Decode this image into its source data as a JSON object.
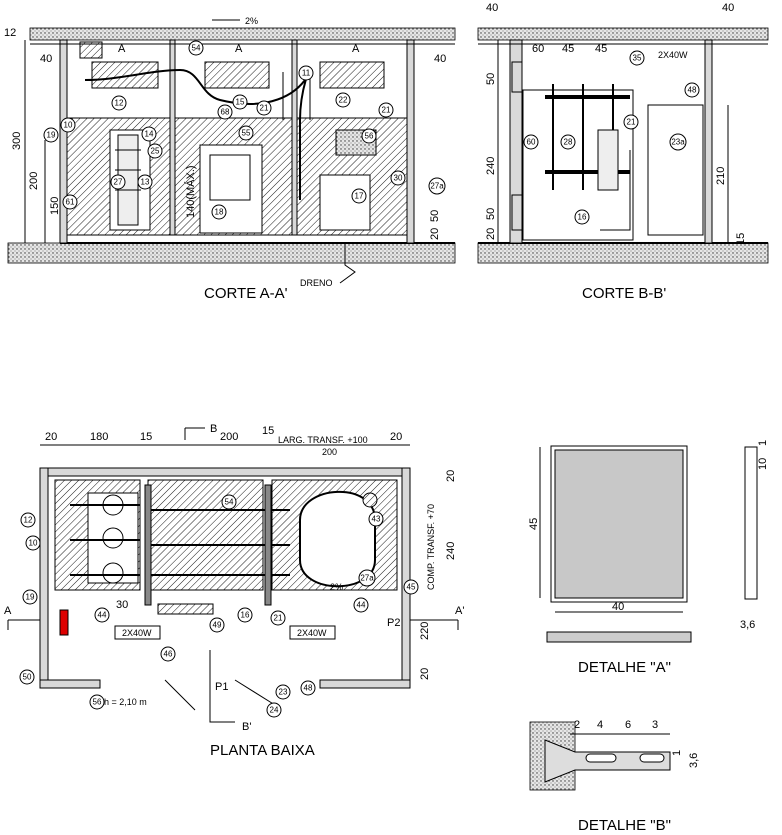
{
  "views": {
    "corte_aa": {
      "title": "CORTE A-A'",
      "dims_top": [
        "40",
        "A",
        "A",
        "A",
        "40"
      ],
      "slope": "2%",
      "dims_left": [
        "300",
        "200",
        "150"
      ],
      "dims_right": [
        "50",
        "20"
      ],
      "label_max": "140(MÁX.)",
      "label_dreno": "DRENO",
      "bubbles": [
        "54",
        "11",
        "12",
        "10",
        "19",
        "14",
        "25",
        "27",
        "13",
        "61",
        "68",
        "15",
        "21",
        "55",
        "18",
        "22",
        "21",
        "56",
        "17",
        "30",
        "27a"
      ]
    },
    "corte_bb": {
      "title": "CORTE B-B'",
      "dims_top": [
        "40",
        "40",
        "60",
        "45",
        "45"
      ],
      "label_lamp": "2X40W",
      "dims_left": [
        "50",
        "240",
        "50",
        "20"
      ],
      "dims_right": [
        "210",
        "15"
      ],
      "bubbles": [
        "35",
        "48",
        "60",
        "28",
        "21",
        "23a",
        "16"
      ]
    },
    "planta": {
      "title": "PLANTA BAIXA",
      "dims_top": [
        "20",
        "180",
        "15",
        "200",
        "15",
        "20"
      ],
      "label_larg": "LARG. TRANSF. +100",
      "label_larg_val": "200",
      "label_comp": "COMP. TRANSF. +70",
      "dims_right": [
        "20",
        "240",
        "220",
        "20"
      ],
      "section_a": "A",
      "section_a2": "A'",
      "section_b": "B",
      "section_b2": "B'",
      "label_30": "30",
      "label_lamp1": "2X40W",
      "label_lamp2": "2X40W",
      "label_p1": "P1",
      "label_p2": "P2",
      "label_slope": "2%",
      "label_door": "h = 2,10 m",
      "bubbles": [
        "12",
        "10",
        "19",
        "50",
        "44",
        "54",
        "43",
        "27a",
        "49",
        "16",
        "21",
        "44",
        "45",
        "46",
        "48",
        "23",
        "24",
        "56"
      ]
    },
    "detalhe_a": {
      "title": "DETALHE \"A\"",
      "dim_h": "45",
      "dim_w": "40",
      "dim_side": "10",
      "dim_side2": "1",
      "dim_thick": "3,6"
    },
    "detalhe_b": {
      "title": "DETALHE \"B\"",
      "dims": [
        "2",
        "4",
        "6",
        "3"
      ],
      "dim_right1": "1",
      "dim_right2": "3,6"
    }
  }
}
